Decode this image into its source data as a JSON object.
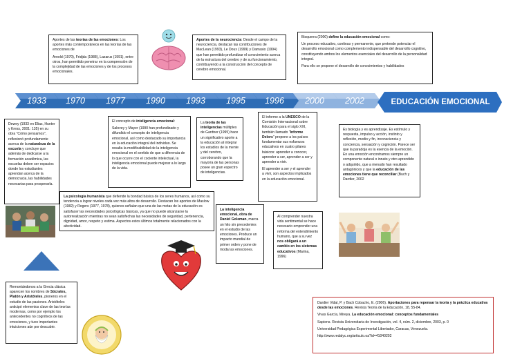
{
  "title": "EDUCACIÓN EMOCIONAL",
  "years": [
    "1933",
    "1970",
    "1977",
    "1990",
    "1993",
    "1995",
    "1996",
    "2000",
    "2002"
  ],
  "boxes": {
    "b1970": {
      "p1_pre": "Aportes de las ",
      "p1_bold": "teorías de las emociones",
      "p1_post": ": Los aportes más contemporáneos en las teorías de las emociones de",
      "p2": "Arnold (1970), Fridjda (1988), Lazarus (1991), entre otros, han permitido penetrar en la comprensión de la complejidad de las emociones y de los procesos emocionales."
    },
    "b1993top": {
      "p1_bold": "Aportes de la neurociencia",
      "p1_post": ": Desde el campo de la neurociencia, destacan las contribuciones de MacLean (1993), Le Doux (1999) y Damasio (1994) que han permitido profundizar el conocimiento acerca de la estructura del cerebro y de su funcionamiento, contribuyendo a la construcción del concepto de cerebro emocional."
    },
    "bBisquerra": {
      "p1_pre": "Bisquerra (2000) ",
      "p1_bold": "define la educación emocional",
      "p1_post": " como:",
      "p2": "Un proceso educativo, continuo y permanente, que pretende potenciar el desarrollo emocional como complemento indispensable del desarrollo cognitivo, constituyendo ambos los elementos esenciales del desarrollo de la personalidad integral.",
      "p3": "Para ello se propone el desarrollo de conocimientos y habilidades"
    },
    "bDewey": {
      "p1_pre": "Dewey (1933 en Elias, Hunter y Kress, 2001: 135) en su obra \"Cómo pensamos\", reflexionó profundamente acerca de la ",
      "p1_bold": "naturaleza de la escuela",
      "p1_post": " y concluye que además de dedicarse a la formación académica, las escuelas deben ser espacios donde los estudiantes aprendan acerca de la democracia, las habilidades necesarias para prosperarla."
    },
    "bIntel": {
      "p1_pre": "El concepto de ",
      "p1_bold": "inteligencia emocional",
      "p1_post": ":",
      "p2": "Salovey y Mayer (1990 han profundizado y difundido el concepto de inteligencia emocional, así como destacado su importancia en la educación integral del individuo. Se resalta la modificabilidad de la inteligencia emocional en el sentido de que a diferencia de lo que ocurre con el cociente intelectual, la inteligencia emocional puede mejorar a lo largo de la vida."
    },
    "bGardner": {
      "p1_pre": "La ",
      "p1_bold": "teoría de las inteligencias",
      "p1_post": " múltiples de Gardner (1995) hace un significativo aporte a la educación al integrar los estudios de la mente y del cerebro, corroborando que la mayoría de las personas posee un gran espectro de inteligencias."
    },
    "bUnesco": {
      "p1_pre": "El informe a la ",
      "p1_bold": "UNESCO",
      "p1_mid": " de la Comisión Internacional sobre Educación para el siglo XXI, también llamado \"",
      "p1_bold2": "Informe Delors",
      "p1_post": "\" propone a los países fundamentar sus esfuerzos educativos en cuatro pilares básicos: aprender a conocer, aprender a ser, aprender a ser y aprender a vivir.",
      "p2": "El aprender a ser y el aprender a vivir, son aspectos implicados en la educación emocional."
    },
    "bBio": {
      "p1": "Es biología y es aprendizaje. Es estímulo y respuesta, impulso y acción, instinto y reflexión, medio y fin, inconsciencia y conciencia, sensación y cognición. Parece ser que la paradoja es la esencia de la emoción. En una emoción encontramos siempre un componente natural o innato y otro aprendido o adquirido, que a menudo han resultado antagónicos y que la ",
      "p1_bold": "educación de las emociones tiene que reconciliar",
      "p1_post": " (Buch y Dardier, 2002"
    },
    "bHumanista": {
      "p1_bold": "La psicología humanista",
      "p1_post": " que defiende la bondad básica de los seres humanos, así como su tendencia a lograr niveles cada vez más altos de desarrollo. Destacan los aportes de Maslow (1982) y Rogers (1977, 1978), quienes señalan que una de las metas de la educación es satisfacer las necesidades psicológicas básicas, ya que no puede alcanzarse la autorrealización mientras no sean satisfechas las necesidades de seguridad, pertenencia, dignidad, amor, respeto y estima. Aspectos estos últimos totalmente relacionados con la afectividad."
    },
    "bGoleman": {
      "p1_bold": "La inteligencia emocional, obra de Daniel Goleman",
      "p1_post": ", marca un hito sin precedentes en el estudio de las emociones. Produce un impacto mundial de primer orden y pone de moda las emociones."
    },
    "bSentimental": {
      "p1_pre": "Al comprender nuestra vida sentimental se hace necesario emprender una reforma del entendimiento humano, que a su vez ",
      "p1_bold": "nos obligará a un cambio en los sistemas educativos",
      "p1_post": " (Marina, 1996)"
    },
    "bGrecia": {
      "p1_pre": "Remontándonos a la Grecia clásica aparecen los nombres de ",
      "p1_bold": "Sócrates, Platón y Aristóteles",
      "p1_post": ", pioneros en el estudio de las pasiones. Aristóteles anticipó elementos clave de las teorías modernas, como por ejemplo los antecedentes no cognitivos de las emociones, y tuvo importantes intuiciones aún por descubrir."
    },
    "refs": {
      "r1_pre": "Dardier Vidal, P. y Bach Cobacho, E. (2006). ",
      "r1_bold": "Aportaciones para repensar la teoría y la práctica educativa desde las emociones",
      "r1_post": ". Revista Teoría de la Educación, 18, 55-84.",
      "r2_pre": "Vivas García, Mireya. ",
      "r2_bold": "La educación emocional: conceptos fundamentales",
      "r3": "Sapiens. Revista Universitaria de Investigación, vol. 4, núm. 2, diciembre, 2003, p. 0",
      "r4": "Universidad Pedagógica Experimental Libertador, Caracas, Venezuela.",
      "r5": "http://www.redalyc.org/articulo.oa?id=41040202"
    }
  },
  "colors": {
    "arrow": "#2f6db5",
    "arrow_light": "#8fb3df",
    "title": "#2d6fc0",
    "ref_border": "#c03030"
  }
}
